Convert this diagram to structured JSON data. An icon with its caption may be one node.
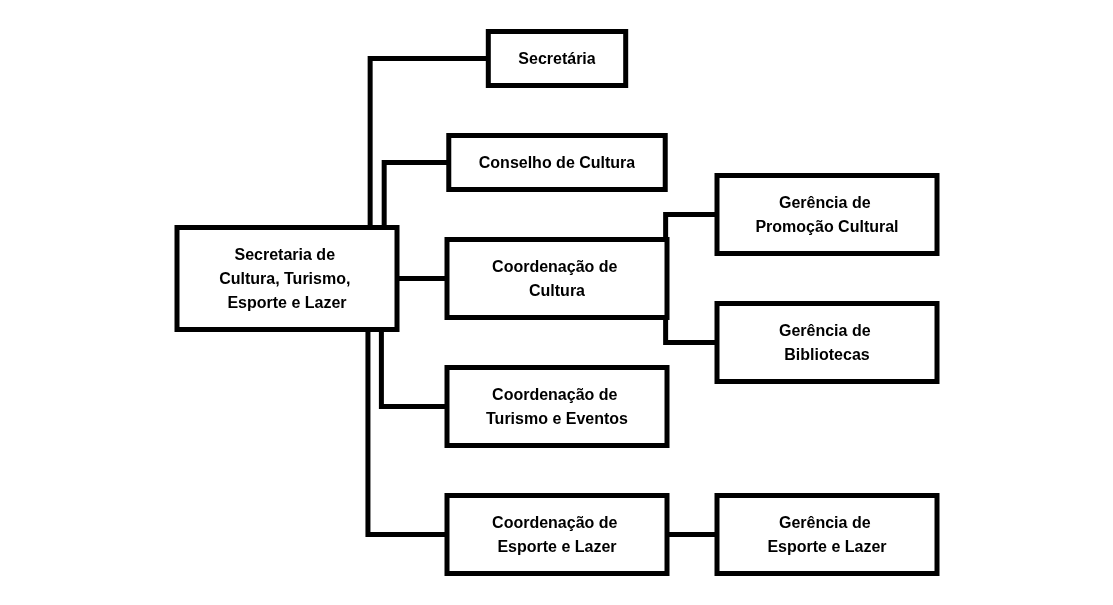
{
  "diagram": {
    "nodes": [
      {
        "text": [
          "Secretaria de Cultura, Turismo, Esporte e Lazer"
        ]
      },
      {
        "text": [
          "Secretária"
        ]
      },
      {
        "text": [
          "Conselho de Cultura"
        ]
      },
      {
        "text": [
          "Coordenação de Cultura"
        ]
      },
      {
        "text": [
          "Coordenação de Turismo e Eventos"
        ]
      },
      {
        "text": [
          "Coordenação de Esporte e Lazer"
        ]
      },
      {
        "text": [
          "Gerência de Promoção Cultural"
        ]
      },
      {
        "text": [
          "Gerência de Bibliotecas"
        ]
      },
      {
        "text": [
          "Gerência de Esporte e Lazer"
        ]
      }
    ],
    "edges": [
      {
        "from": 0,
        "to": 1,
        "arrow": "none"
      },
      {
        "from": 0,
        "to": 2,
        "arrow": "none"
      },
      {
        "from": 0,
        "to": 3,
        "arrow": "none"
      },
      {
        "from": 0,
        "to": 4,
        "arrow": "none"
      },
      {
        "from": 0,
        "to": 5,
        "arrow": "none"
      },
      {
        "from": 3,
        "to": 6,
        "arrow": "none"
      },
      {
        "from": 3,
        "to": 7,
        "arrow": "none"
      },
      {
        "from": 5,
        "to": 8,
        "arrow": "none"
      }
    ]
  }
}
